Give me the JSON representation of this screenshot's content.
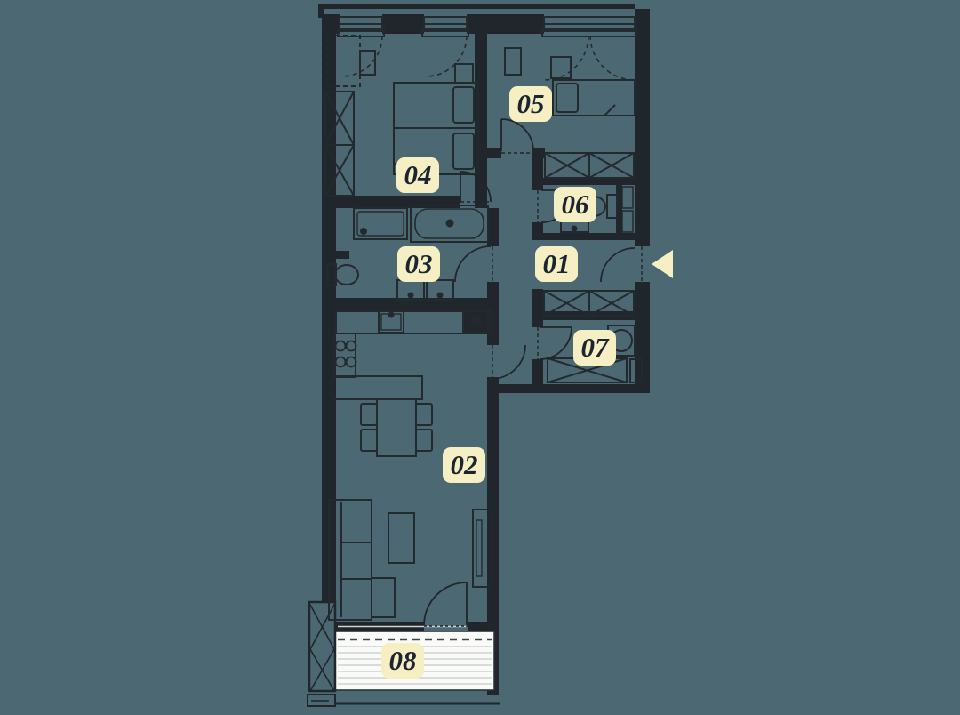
{
  "plan": {
    "rooms": [
      {
        "number": "01"
      },
      {
        "number": "02"
      },
      {
        "number": "03"
      },
      {
        "number": "04"
      },
      {
        "number": "05"
      },
      {
        "number": "06"
      },
      {
        "number": "07"
      },
      {
        "number": "08"
      }
    ],
    "icons": {
      "entrance_arrow": "left-pointing-triangle",
      "boiler_glyph": "✳"
    },
    "colors": {
      "background": "#4c6873",
      "wall": "#20262b",
      "line": "#242b30",
      "badge_fill": "#f5efc3",
      "badge_text": "#1b2531",
      "balcony_deck": "#fafbf9",
      "deck_stripe": "#d8ddd9",
      "arrow": "#f5efc3"
    }
  }
}
